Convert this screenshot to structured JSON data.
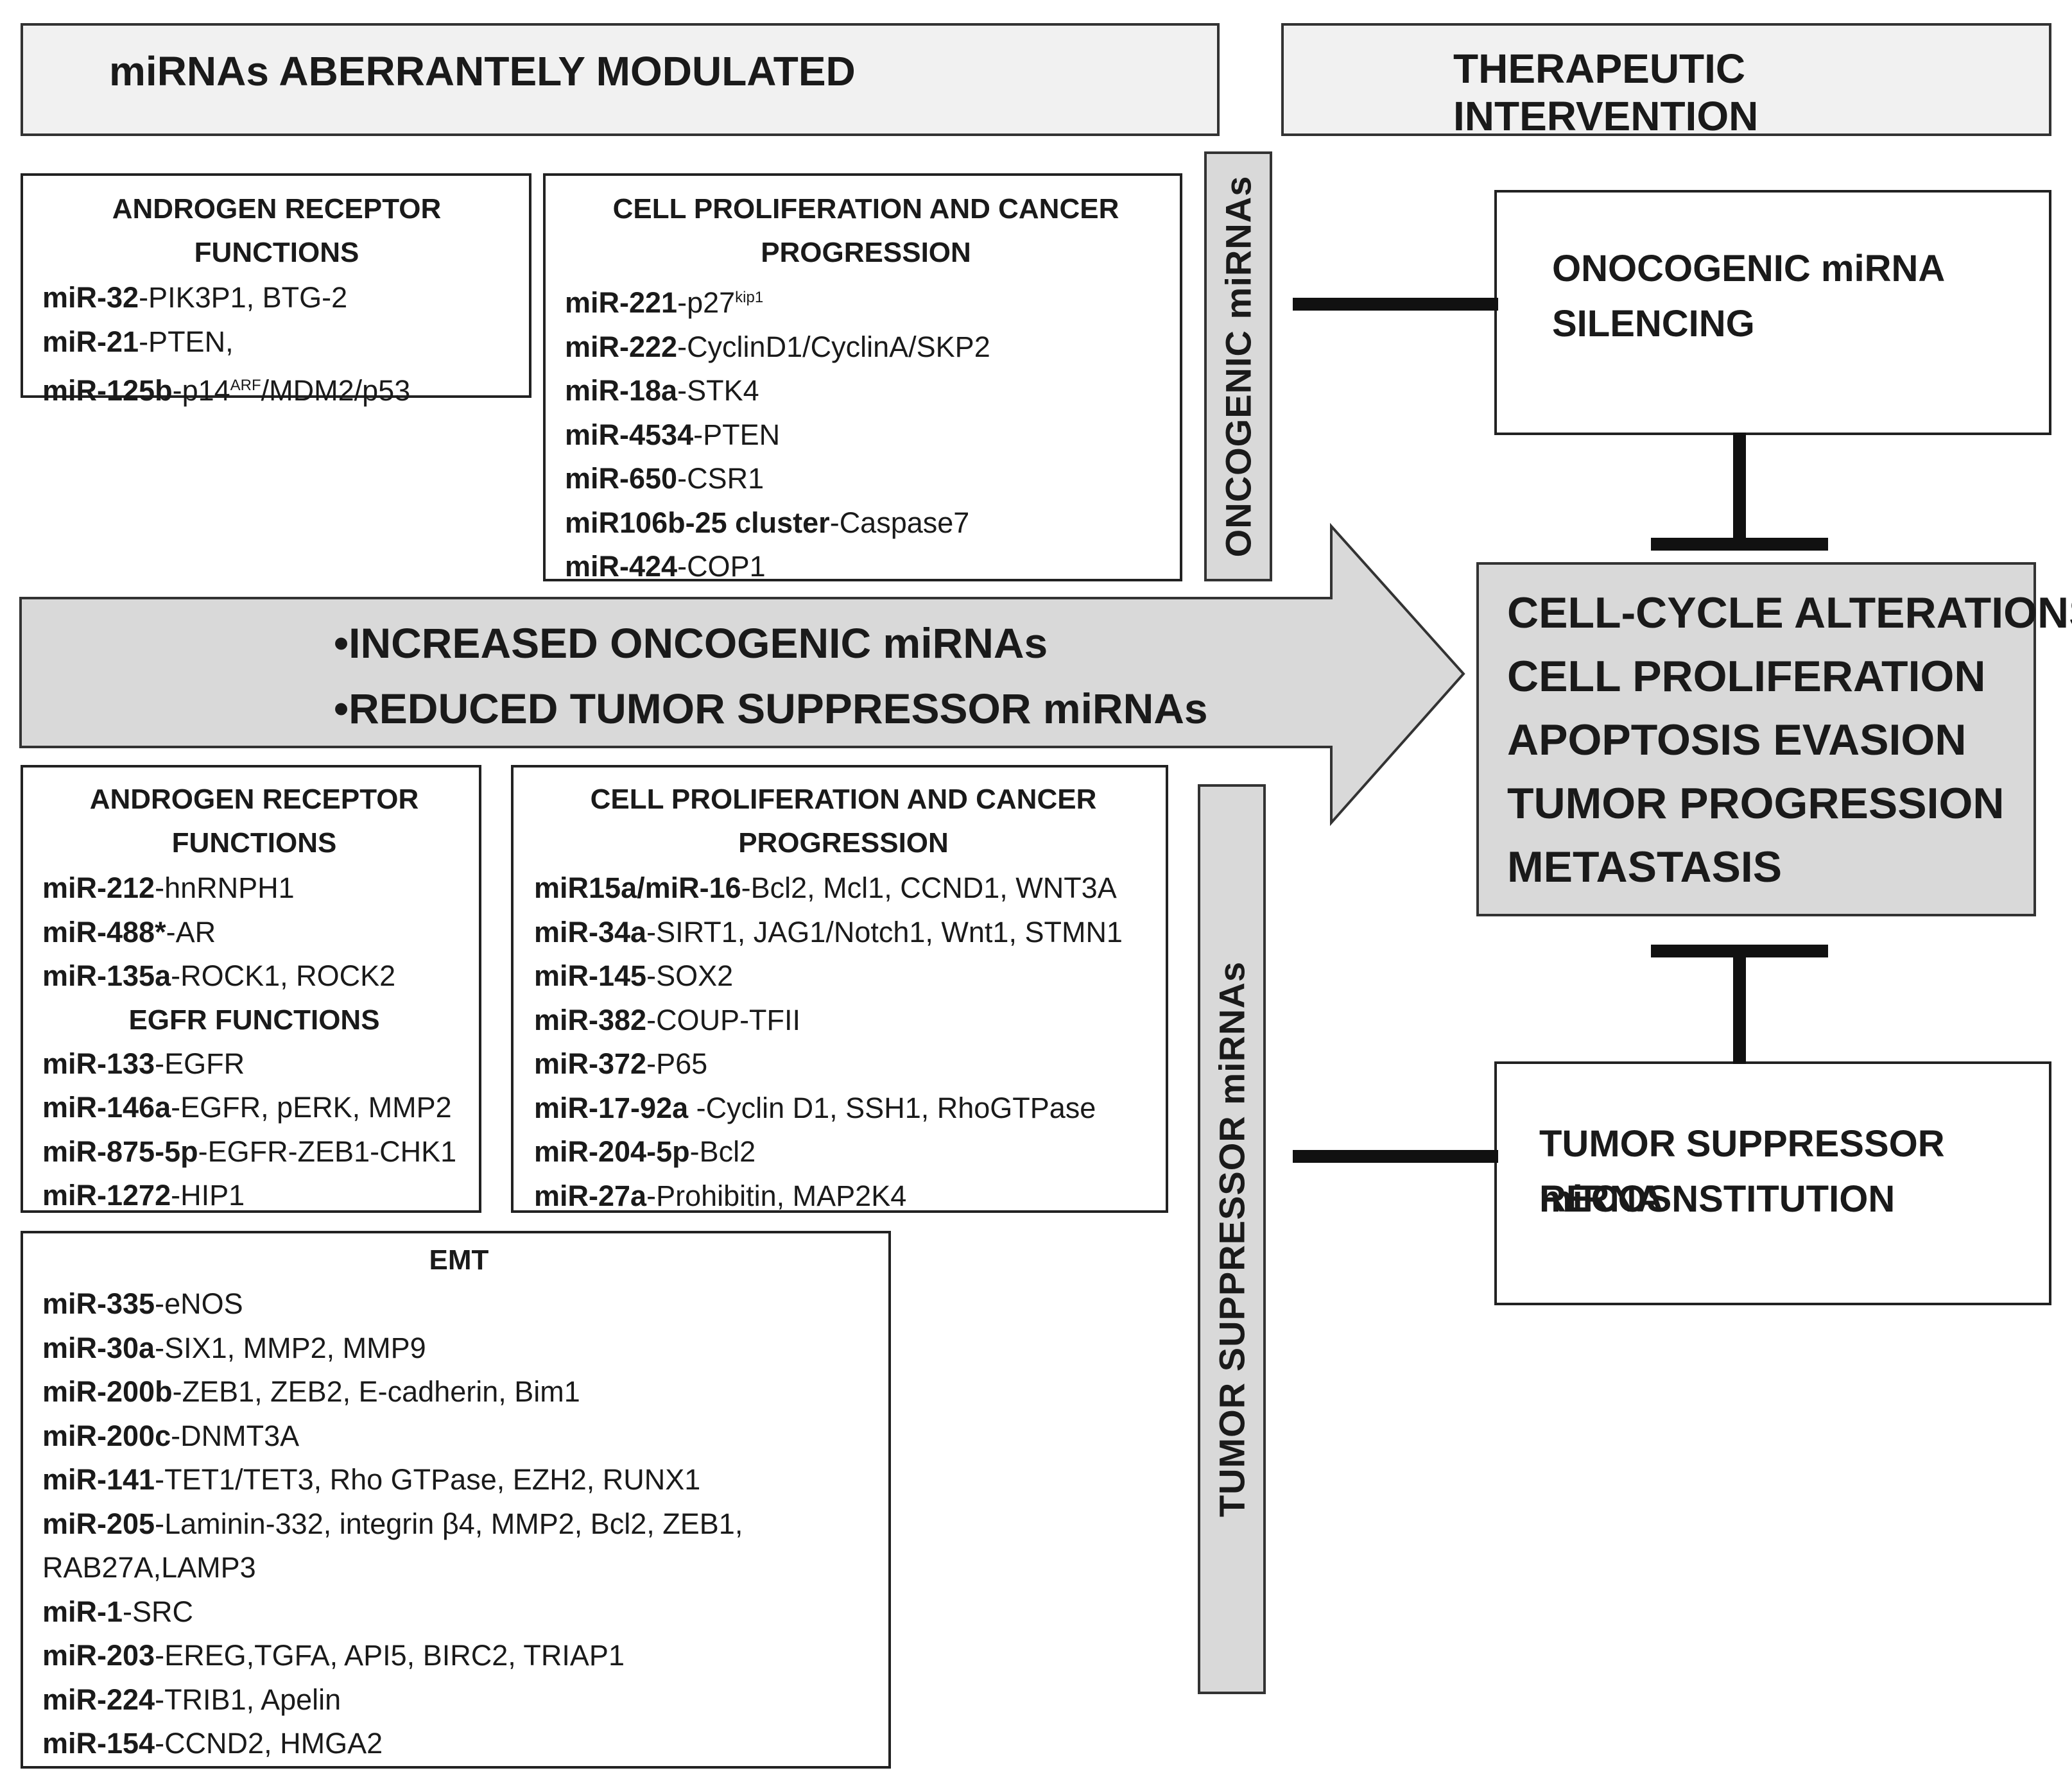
{
  "headers": {
    "left": "miRNAs ABERRANTELY MODULATED",
    "right": "THERAPEUTIC INTERVENTION"
  },
  "oncogenic": {
    "label": "ONCOGENIC miRNAs",
    "ar_box": {
      "title": "ANDROGEN RECEPTOR FUNCTIONS",
      "rows": [
        {
          "mir": "miR-32",
          "targets": "-PIK3P1, BTG-2"
        },
        {
          "mir": "miR-21",
          "targets": "-PTEN,"
        },
        {
          "mir": "miR-125b",
          "targets": "-p14",
          "sup": "ARF",
          "after": "/MDM2/p53"
        }
      ]
    },
    "prolif_box": {
      "title_line1": "CELL PROLIFERATION AND CANCER",
      "title_line2": "PROGRESSION",
      "rows": [
        {
          "mir": "miR-221",
          "targets": "-p27",
          "sup": "kip1",
          "after": ""
        },
        {
          "mir": "miR-222",
          "targets": "-CyclinD1/CyclinA/SKP2"
        },
        {
          "mir": "miR-18a",
          "targets": "-STK4"
        },
        {
          "mir": "miR-4534",
          "targets": "-PTEN"
        },
        {
          "mir": "miR-650",
          "targets": "-CSR1"
        },
        {
          "mir": "miR106b-25 cluster",
          "targets": "-Caspase7"
        },
        {
          "mir": "miR-424",
          "targets": "-COP1"
        }
      ]
    }
  },
  "arrow": {
    "line1": "•INCREASED ONCOGENIC miRNAs",
    "line2": "•REDUCED TUMOR SUPPRESSOR miRNAs"
  },
  "suppressor": {
    "label": "TUMOR SUPPRESSOR miRNAs",
    "ar_box": {
      "title_line1": "ANDROGEN RECEPTOR",
      "title_line2": "FUNCTIONS",
      "rows": [
        {
          "mir": "miR-212",
          "targets": "-hnRNPH1"
        },
        {
          "mir": "miR-488*",
          "targets": "-AR"
        },
        {
          "mir": "miR-135a",
          "targets": "-ROCK1, ROCK2"
        }
      ],
      "egfr_title": "EGFR FUNCTIONS",
      "egfr_rows": [
        {
          "mir": "miR-133",
          "targets": "-EGFR"
        },
        {
          "mir": "miR-146a",
          "targets": "-EGFR, pERK, MMP2"
        },
        {
          "mir": "miR-875-5p",
          "targets": "-EGFR-ZEB1-CHK1"
        },
        {
          "mir": "miR-1272",
          "targets": "-HIP1"
        }
      ]
    },
    "prolif_box": {
      "title_line1": "CELL PROLIFERATION AND CANCER",
      "title_line2": "PROGRESSION",
      "rows": [
        {
          "mir": "miR15a/miR-16",
          "targets": "-Bcl2,  Mcl1, CCND1, WNT3A"
        },
        {
          "mir": "miR-34a",
          "targets": "-SIRT1, JAG1/Notch1, Wnt1, STMN1"
        },
        {
          "mir": "miR-145",
          "targets": "-SOX2"
        },
        {
          "mir": "miR-382",
          "targets": "-COUP-TFII"
        },
        {
          "mir": "miR-372",
          "targets": "-P65"
        },
        {
          "mir": "miR-17-92a",
          "targets": " -Cyclin D1, SSH1, RhoGTPase"
        },
        {
          "mir": "miR-204-5p",
          "targets": "-Bcl2"
        },
        {
          "mir": "miR-27a",
          "targets": "-Prohibitin, MAP2K4"
        }
      ]
    },
    "emt_box": {
      "title": "EMT",
      "rows": [
        {
          "mir": "miR-335",
          "targets": "-eNOS"
        },
        {
          "mir": "miR-30a",
          "targets": "-SIX1, MMP2, MMP9"
        },
        {
          "mir": "miR-200b",
          "targets": "-ZEB1, ZEB2, E-cadherin, Bim1"
        },
        {
          "mir": "miR-200c",
          "targets": "-DNMT3A"
        },
        {
          "mir": "miR-141",
          "targets": "-TET1/TET3, Rho GTPase, EZH2, RUNX1"
        },
        {
          "mir": "miR-205",
          "targets": "-Laminin-332, integrin β4, MMP2, Bcl2, ZEB1,"
        },
        {
          "mir": "",
          "targets": "RAB27A,LAMP3"
        },
        {
          "mir": "miR-1",
          "targets": "-SRC"
        },
        {
          "mir": "miR-203",
          "targets": "-EREG,TGFA, API5, BIRC2, TRIAP1"
        },
        {
          "mir": "miR-224",
          "targets": "-TRIB1, Apelin"
        },
        {
          "mir": "miR-154",
          "targets": "-CCND2, HMGA2"
        }
      ]
    }
  },
  "therapy": {
    "silencing_line1": "ONOCOGENIC miRNA",
    "silencing_line2": "SILENCING",
    "outcomes": [
      "CELL-CYCLE ALTERATIONS",
      "CELL PROLIFERATION",
      "APOPTOSIS EVASION",
      "TUMOR PROGRESSION",
      "METASTASIS"
    ],
    "reconst_line1": "TUMOR SUPPRESSOR miRNA",
    "reconst_line2": "RECOSNSTITUTION"
  }
}
